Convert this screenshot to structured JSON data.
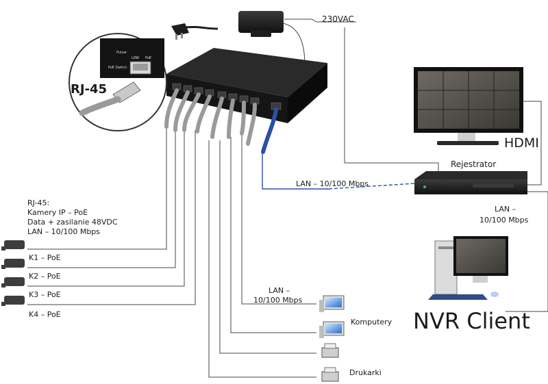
{
  "power": {
    "label": "230VAC"
  },
  "zoom": {
    "label": "RJ-45",
    "brand": "Pulsar",
    "port_link": "LINK",
    "port_poe": "PoE",
    "poe_switch": "PoE Switch"
  },
  "monitor": {
    "label": "HDMI"
  },
  "recorder": {
    "label": "Rejestrator"
  },
  "uplink": {
    "label": "LAN – 10/100 Mbps"
  },
  "recorder_lan": {
    "line1": "LAN –",
    "line2": "10/100 Mbps"
  },
  "nvr_client": {
    "label": "NVR Client"
  },
  "cameras": {
    "info": [
      "RJ-45:",
      "Kamery IP – PoE",
      "Data + zasilanie 48VDC",
      "LAN – 10/100 Mbps"
    ],
    "items": [
      "K1 – PoE",
      "K2 – PoE",
      "K3 – PoE",
      "K4 – PoE"
    ]
  },
  "computers": {
    "lan_line1": "LAN –",
    "lan_line2": "10/100 Mbps",
    "label": "Komputery"
  },
  "printers": {
    "label": "Drukarki"
  },
  "colors": {
    "lan_blue": "#2b4fa8",
    "cable_gray": "#9a9a9a",
    "device_black": "#1e1e1e",
    "line": "#444444"
  }
}
